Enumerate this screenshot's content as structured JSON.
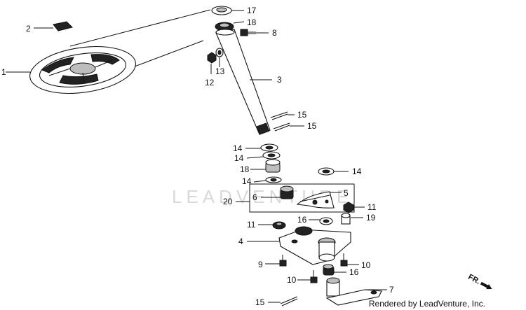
{
  "parts": {
    "p1": "1",
    "p2": "2",
    "p3": "3",
    "p4": "4",
    "p5": "5",
    "p6": "6",
    "p7": "7",
    "p8": "8",
    "p9": "9",
    "p10a": "10",
    "p10b": "10",
    "p11a": "11",
    "p11b": "11",
    "p12": "12",
    "p13": "13",
    "p14a": "14",
    "p14b": "14",
    "p14c": "14",
    "p14d": "14",
    "p15a": "15",
    "p15b": "15",
    "p15c": "15",
    "p16a": "16",
    "p16b": "16",
    "p17": "17",
    "p18a": "18",
    "p18b": "18",
    "p19": "19",
    "p20": "20"
  },
  "watermark": "LEADVENTURE",
  "credit": "Rendered by LeadVenture, Inc.",
  "direction": {
    "label": "FR.",
    "icon": "forward-arrow-icon"
  }
}
